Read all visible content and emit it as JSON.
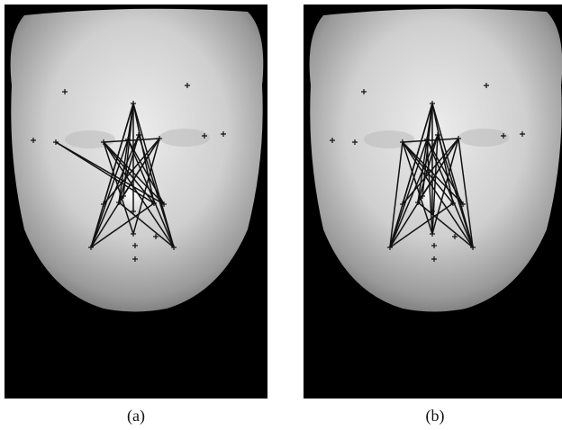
{
  "panels": [
    {
      "id": "a",
      "caption": "(a)"
    },
    {
      "id": "b",
      "caption": "(b)"
    }
  ],
  "colors": {
    "background": "#000000",
    "face_light": "#e6e6e6",
    "face_mid": "#bdbdbd",
    "lines": "#111111"
  }
}
